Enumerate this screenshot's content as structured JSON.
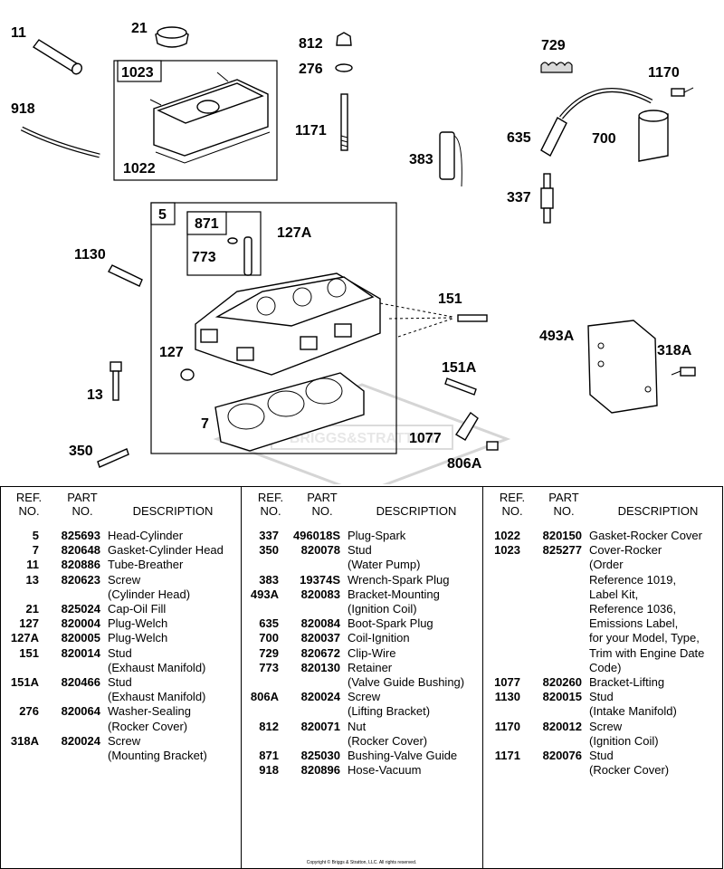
{
  "callouts": [
    "11",
    "21",
    "1023",
    "1022",
    "918",
    "812",
    "276",
    "1171",
    "383",
    "729",
    "1170",
    "635",
    "700",
    "337",
    "5",
    "871",
    "773",
    "127A",
    "1130",
    "151",
    "127",
    "13",
    "151A",
    "493A",
    "318A",
    "7",
    "1077",
    "806A",
    "350"
  ],
  "watermark": "BRIGGS&STRATTON",
  "table": {
    "headers": {
      "ref": [
        "REF.",
        "NO."
      ],
      "part": [
        "PART",
        "NO."
      ],
      "desc": "DESCRIPTION"
    },
    "columns": [
      [
        {
          "ref": "5",
          "part": "825693",
          "desc": [
            "Head-Cylinder"
          ]
        },
        {
          "ref": "7",
          "part": "820648",
          "desc": [
            "Gasket-Cylinder Head"
          ]
        },
        {
          "ref": "11",
          "part": "820886",
          "desc": [
            "Tube-Breather"
          ]
        },
        {
          "ref": "13",
          "part": "820623",
          "desc": [
            "Screw",
            "(Cylinder Head)"
          ]
        },
        {
          "ref": "21",
          "part": "825024",
          "desc": [
            "Cap-Oil Fill"
          ]
        },
        {
          "ref": "127",
          "part": "820004",
          "desc": [
            "Plug-Welch"
          ]
        },
        {
          "ref": "127A",
          "part": "820005",
          "desc": [
            "Plug-Welch"
          ]
        },
        {
          "ref": "151",
          "part": "820014",
          "desc": [
            "Stud",
            "(Exhaust Manifold)"
          ]
        },
        {
          "ref": "151A",
          "part": "820466",
          "desc": [
            "Stud",
            "(Exhaust Manifold)"
          ]
        },
        {
          "ref": "276",
          "part": "820064",
          "desc": [
            "Washer-Sealing",
            "(Rocker Cover)"
          ]
        },
        {
          "ref": "318A",
          "part": "820024",
          "desc": [
            "Screw",
            "(Mounting Bracket)"
          ]
        }
      ],
      [
        {
          "ref": "337",
          "part": "496018S",
          "desc": [
            "Plug-Spark"
          ]
        },
        {
          "ref": "350",
          "part": "820078",
          "desc": [
            "Stud",
            "(Water Pump)"
          ]
        },
        {
          "ref": "383",
          "part": "19374S",
          "desc": [
            "Wrench-Spark Plug"
          ]
        },
        {
          "ref": "493A",
          "part": "820083",
          "desc": [
            "Bracket-Mounting",
            "(Ignition Coil)"
          ]
        },
        {
          "ref": "635",
          "part": "820084",
          "desc": [
            "Boot-Spark Plug"
          ]
        },
        {
          "ref": "700",
          "part": "820037",
          "desc": [
            "Coil-Ignition"
          ]
        },
        {
          "ref": "729",
          "part": "820672",
          "desc": [
            "Clip-Wire"
          ]
        },
        {
          "ref": "773",
          "part": "820130",
          "desc": [
            "Retainer",
            "(Valve Guide Bushing)"
          ]
        },
        {
          "ref": "806A",
          "part": "820024",
          "desc": [
            "Screw",
            "(Lifting Bracket)"
          ]
        },
        {
          "ref": "812",
          "part": "820071",
          "desc": [
            "Nut",
            "(Rocker Cover)"
          ]
        },
        {
          "ref": "871",
          "part": "825030",
          "desc": [
            "Bushing-Valve Guide"
          ]
        },
        {
          "ref": "918",
          "part": "820896",
          "desc": [
            "Hose-Vacuum"
          ]
        }
      ],
      [
        {
          "ref": "1022",
          "part": "820150",
          "desc": [
            "Gasket-Rocker Cover"
          ]
        },
        {
          "ref": "1023",
          "part": "825277",
          "desc": [
            "Cover-Rocker",
            "(Order",
            "Reference 1019,",
            "Label Kit,",
            "Reference 1036,",
            "Emissions Label,",
            "for your Model, Type,",
            "Trim with Engine Date",
            "Code)"
          ]
        },
        {
          "ref": "1077",
          "part": "820260",
          "desc": [
            "Bracket-Lifting"
          ]
        },
        {
          "ref": "1130",
          "part": "820015",
          "desc": [
            "Stud",
            "(Intake Manifold)"
          ]
        },
        {
          "ref": "1170",
          "part": "820012",
          "desc": [
            "Screw",
            "(Ignition Coil)"
          ]
        },
        {
          "ref": "1171",
          "part": "820076",
          "desc": [
            "Stud",
            "(Rocker Cover)"
          ]
        }
      ]
    ]
  },
  "copyright": "Copyright © Briggs & Stratton, LLC. All rights reserved."
}
